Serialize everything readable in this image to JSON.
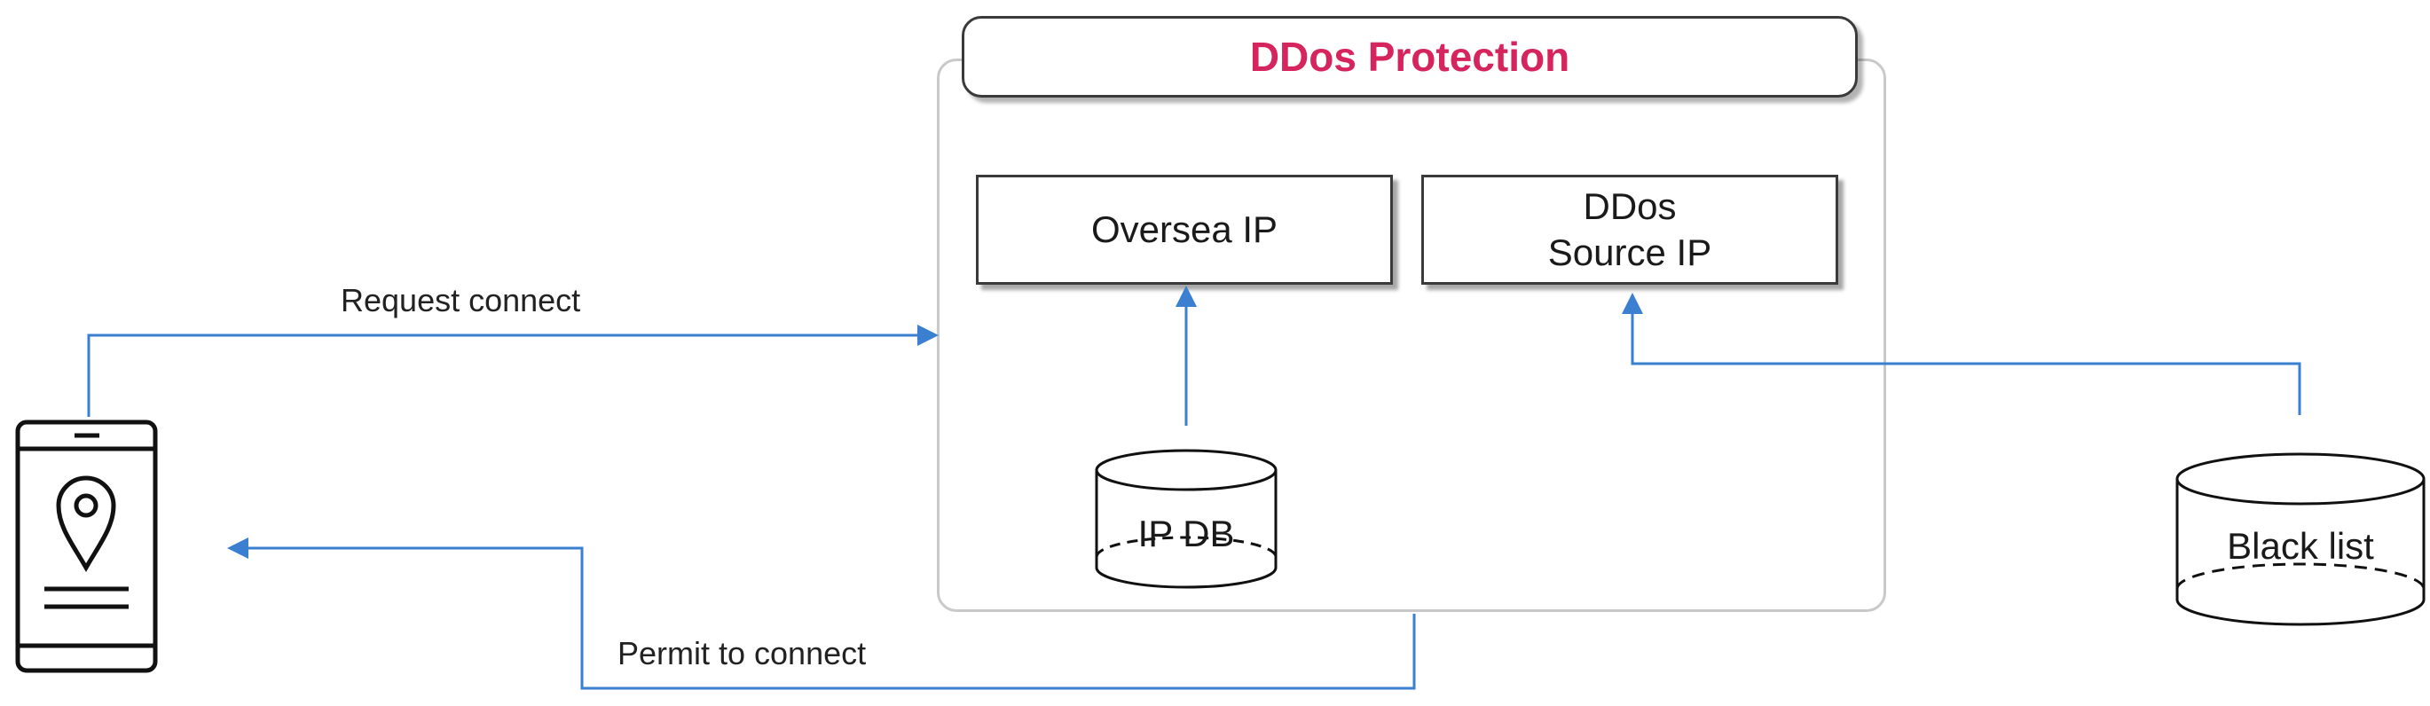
{
  "title": "DDos Protection",
  "boxes": {
    "oversea_ip": "Oversea IP",
    "ddos_source_line1": "DDos",
    "ddos_source_line2": "Source IP"
  },
  "databases": {
    "ip_db": "IP DB",
    "black_list": "Black list"
  },
  "edges": {
    "request": "Request connect",
    "permit": "Permit to connect"
  },
  "icons": {
    "client": "mobile-phone-location-icon"
  },
  "colors": {
    "title": "#d6245e",
    "arrow": "#3a7fd0"
  }
}
